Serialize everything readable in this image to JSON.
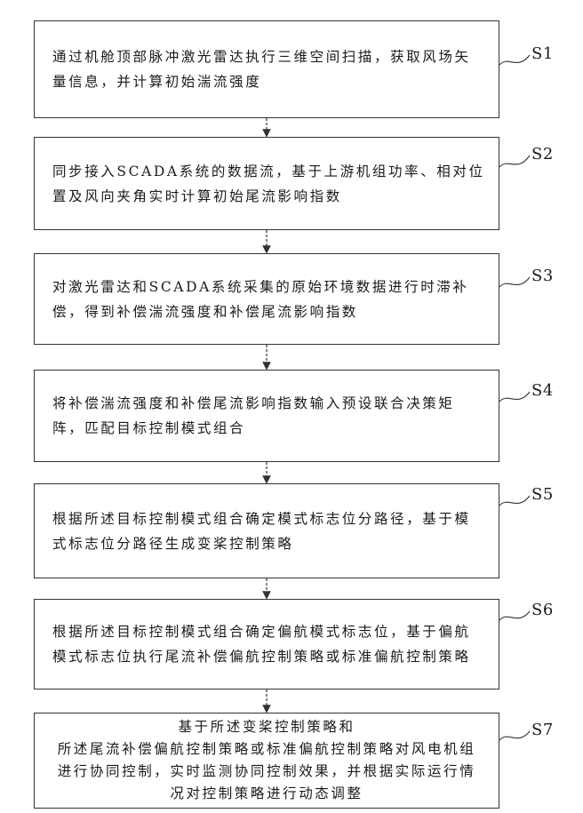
{
  "steps": [
    {
      "label": "S1",
      "text": "通过机舱顶部脉冲激光雷达执行三维空间扫描，获取风场矢\n量信息，并计算初始湍流强度"
    },
    {
      "label": "S2",
      "text": "同步接入SCADA系统的数据流，基于上游机组功率、相对位\n置及风向夹角实时计算初始尾流影响指数"
    },
    {
      "label": "S3",
      "text": "对激光雷达和SCADA系统采集的原始环境数据进行时滞补\n偿，得到补偿湍流强度和补偿尾流影响指数"
    },
    {
      "label": "S4",
      "text": "将补偿湍流强度和补偿尾流影响指数输入预设联合决策矩\n阵，匹配目标控制模式组合"
    },
    {
      "label": "S5",
      "text": "根据所述目标控制模式组合确定模式标志位分路径，基于模\n式标志位分路径生成变桨控制策略"
    },
    {
      "label": "S6",
      "text": "根据所述目标控制模式组合确定偏航模式标志位，基于偏航\n模式标志位执行尾流补偿偏航控制策略或标准偏航控制策略"
    },
    {
      "label": "S7",
      "text": "基于所述变桨控制策略和\n所述尾流补偿偏航控制策略或标准偏航控制策略对风电机组\n进行协同控制，实时监测协同控制效果，并根据实际运行情\n况对控制策略进行动态调整"
    }
  ]
}
